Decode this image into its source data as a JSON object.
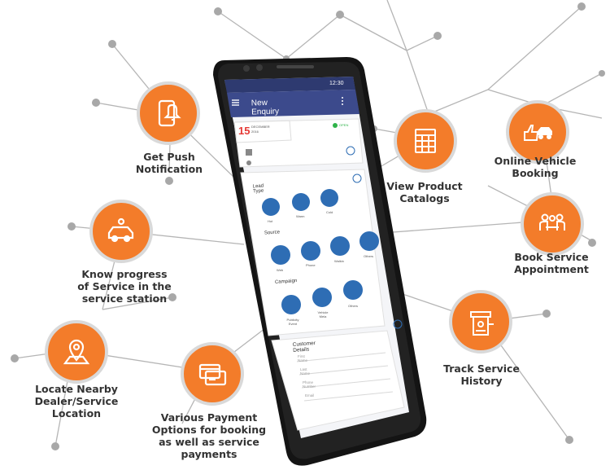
{
  "colors": {
    "accent": "#f37c2a",
    "appbar": "#3c4a8c",
    "statusbar": "#2e3a70",
    "screen_icon": "#2e6db4"
  },
  "features": [
    {
      "key": "push",
      "label": "Get Push\nNotification",
      "icon": "phone-bell-icon"
    },
    {
      "key": "progress",
      "label": "Know progress\nof Service in the\nservice station",
      "icon": "car-gear-icon"
    },
    {
      "key": "locate",
      "label": "Locate Nearby\nDealer/Service\nLocation",
      "icon": "map-pin-icon"
    },
    {
      "key": "payment",
      "label": "Various Payment\nOptions for booking\nas well as service payments",
      "icon": "credit-card-icon"
    },
    {
      "key": "catalog",
      "label": "View Product\nCatalogs",
      "icon": "catalog-icon"
    },
    {
      "key": "booking",
      "label": "Online Vehicle\nBooking",
      "icon": "thumbs-car-icon"
    },
    {
      "key": "appointment",
      "label": "Book Service\nAppointment",
      "icon": "meeting-icon"
    },
    {
      "key": "history",
      "label": "Track Service\nHistory",
      "icon": "printer-history-icon"
    }
  ],
  "app": {
    "status_time": "12:30",
    "title": "New Enquiry",
    "date_day": "15",
    "date_month": "DECEMBER",
    "date_year": "2016",
    "status_label": "OPEN",
    "lead_type_heading": "Lead Type",
    "lead_types": [
      "Hot",
      "Warm",
      "Cold"
    ],
    "source_heading": "Source",
    "sources": [
      "Web",
      "Phone",
      "Walkin",
      "Others"
    ],
    "campaign_heading": "Campaign",
    "campaigns": [
      "Publicity Event",
      "Vehicle Mela",
      "Others"
    ],
    "customer_heading": "Customer Details",
    "fields": [
      "First Name",
      "Last Name",
      "Phone Number",
      "Email"
    ]
  }
}
